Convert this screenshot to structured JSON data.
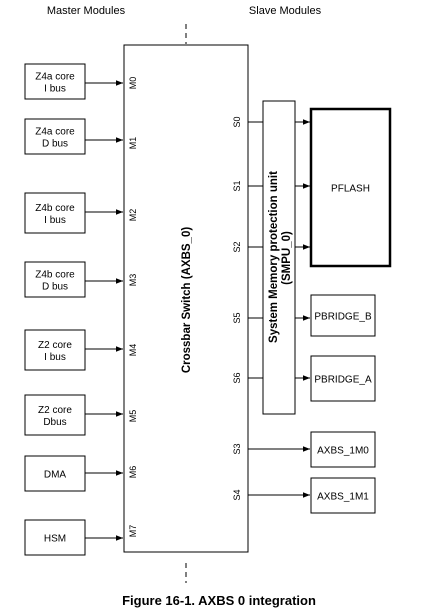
{
  "headers": {
    "master": "Master Modules",
    "slave": "Slave Modules"
  },
  "crossbar_label": "Crossbar Switch (AXBS_0)",
  "smpu_label": [
    "System Memory protection unit",
    "(SMPU_0)"
  ],
  "masters": [
    {
      "id": "z4a-i",
      "lines": [
        "Z4a core",
        "I bus"
      ],
      "port": "M0"
    },
    {
      "id": "z4a-d",
      "lines": [
        "Z4a core",
        "D bus"
      ],
      "port": "M1"
    },
    {
      "id": "z4b-i",
      "lines": [
        "Z4b core",
        "I bus"
      ],
      "port": "M2"
    },
    {
      "id": "z4b-d",
      "lines": [
        "Z4b core",
        "D bus"
      ],
      "port": "M3"
    },
    {
      "id": "z2-i",
      "lines": [
        "Z2 core",
        "I bus"
      ],
      "port": "M4"
    },
    {
      "id": "z2-d",
      "lines": [
        "Z2 core",
        "Dbus"
      ],
      "port": "M5"
    },
    {
      "id": "dma",
      "lines": [
        "DMA"
      ],
      "port": "M6"
    },
    {
      "id": "hsm",
      "lines": [
        "HSM"
      ],
      "port": "M7"
    }
  ],
  "slave_ports": [
    {
      "port": "S0",
      "target": "pflash"
    },
    {
      "port": "S1",
      "target": "pflash"
    },
    {
      "port": "S2",
      "target": "pflash"
    },
    {
      "port": "S5",
      "target": "pbridge-b"
    },
    {
      "port": "S6",
      "target": "pbridge-a"
    },
    {
      "port": "S3",
      "target": "axbs-1m0"
    },
    {
      "port": "S4",
      "target": "axbs-1m1"
    }
  ],
  "slaves": [
    {
      "id": "pflash",
      "label": "PFLASH"
    },
    {
      "id": "pbridge-b",
      "label": "PBRIDGE_B"
    },
    {
      "id": "pbridge-a",
      "label": "PBRIDGE_A"
    },
    {
      "id": "axbs-1m0",
      "label": "AXBS_1M0"
    },
    {
      "id": "axbs-1m1",
      "label": "AXBS_1M1"
    }
  ],
  "caption": "Figure 16-1. AXBS 0 integration"
}
